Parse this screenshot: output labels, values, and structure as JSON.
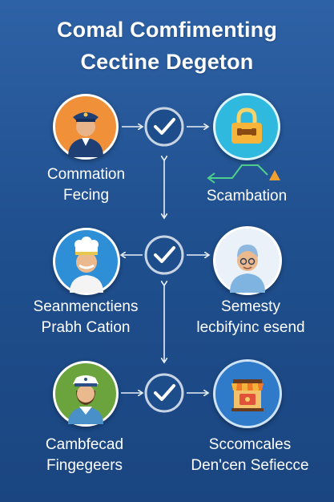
{
  "title": {
    "line1": "Comal Comfimenting",
    "line2": "Cectine Degeton"
  },
  "nodes": [
    {
      "id": "officer",
      "icon": "officer-icon",
      "lines": [
        "Commation",
        "Fecing"
      ]
    },
    {
      "id": "lock",
      "icon": "lock-icon",
      "lines": [
        "Scambation"
      ]
    },
    {
      "id": "chef",
      "icon": "chef-icon",
      "lines": [
        "Seanmenctiens",
        "Prabh Cation"
      ]
    },
    {
      "id": "nurse",
      "icon": "nurse-icon",
      "lines": [
        "Semesty",
        "lecbifyinc esend"
      ]
    },
    {
      "id": "sailor",
      "icon": "sailor-icon",
      "lines": [
        "Cambfecad",
        "Fingegeers"
      ]
    },
    {
      "id": "shop",
      "icon": "shop-icon",
      "lines": [
        "Sccomcales",
        "Den'cen Sefiecce"
      ]
    }
  ],
  "colors": {
    "background_top": "#2e62a6",
    "background_bottom": "#1a4580",
    "officer_circle": "#f0913a",
    "lock_circle": "#2fb9df",
    "chef_circle": "#2f8fd6",
    "nurse_circle": "#eaf1f8",
    "sailor_circle": "#6ba43c",
    "shop_circle": "#2f7ac9",
    "check_ring": "#c8d4e4"
  }
}
